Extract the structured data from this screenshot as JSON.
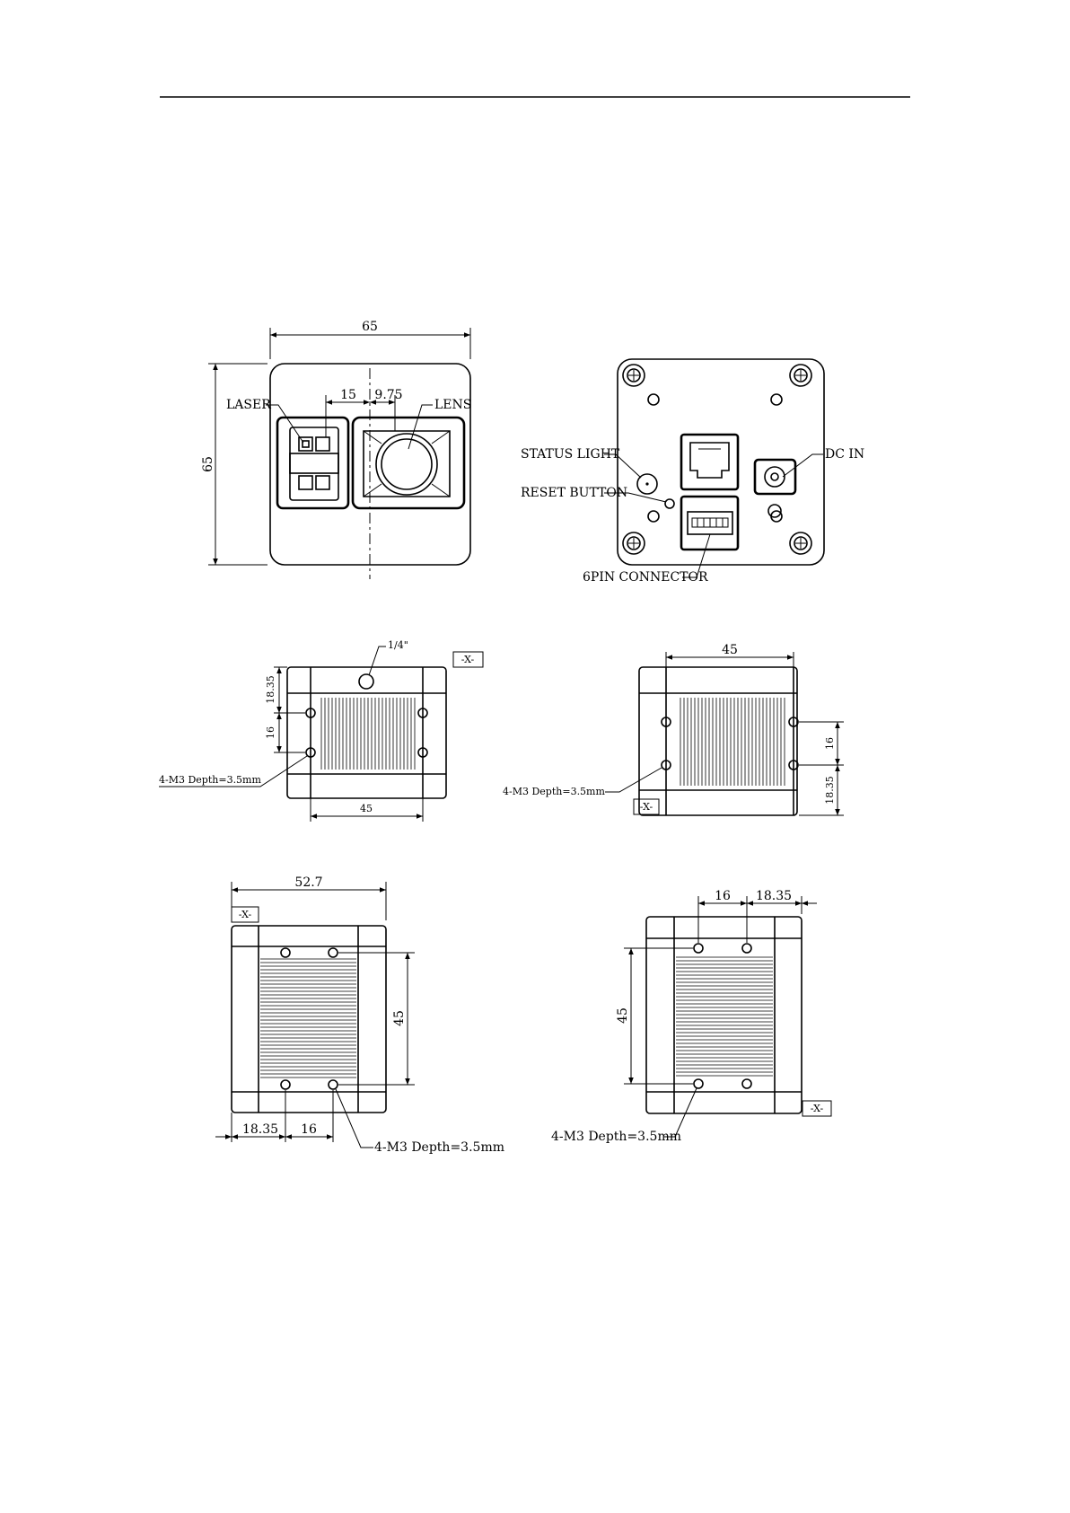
{
  "front_view": {
    "width_dim": "65",
    "height_dim": "65",
    "dim_15": "15",
    "dim_9_75": "9.75",
    "laser_label": "LASER",
    "lens_label": "LENS"
  },
  "rear_view": {
    "status_light_label": "STATUS LIGHT",
    "reset_button_label": "RESET BUTTON",
    "dc_in_label": "DC IN",
    "connector_label": "6PIN CONNECTOR"
  },
  "side_left": {
    "tripod_label": "1/4\"",
    "datum": "-X-",
    "dim_18_35": "18.35",
    "dim_16": "16",
    "dim_45": "45",
    "hole_note": "4-M3 Depth=3.5mm"
  },
  "side_right": {
    "dim_45": "45",
    "dim_16": "16",
    "dim_18_35": "18.35",
    "datum": "-X-",
    "hole_note": "4-M3 Depth=3.5mm"
  },
  "top_view": {
    "dim_52_7": "52.7",
    "datum": "-X-",
    "dim_45": "45",
    "dim_18_35": "18.35",
    "dim_16": "16",
    "hole_note": "4-M3 Depth=3.5mm"
  },
  "bottom_view": {
    "dim_16": "16",
    "dim_18_35": "18.35",
    "dim_45": "45",
    "datum": "-X-",
    "hole_note": "4-M3 Depth=3.5mm"
  }
}
